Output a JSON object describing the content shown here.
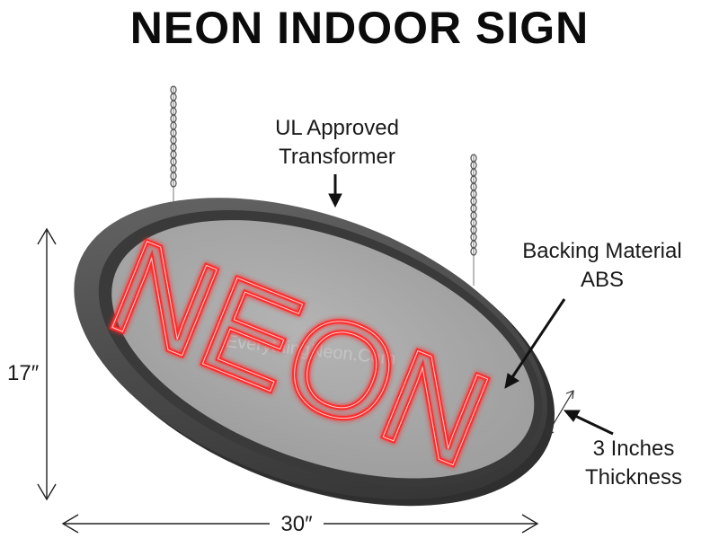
{
  "title": "NEON INDOOR SIGN",
  "sign": {
    "neon_text": "NEON",
    "watermark": "EverythingNeon.Com",
    "colors": {
      "neon": "#ff2a2a",
      "face": "#a8a8a8",
      "shell": "#4a4a4a"
    }
  },
  "labels": {
    "transformer_line1": "UL Approved",
    "transformer_line2": "Transformer",
    "backing_line1": "Backing Material",
    "backing_line2": "ABS",
    "thickness_line1": "3 Inches",
    "thickness_line2": "Thickness",
    "height": "17″",
    "width": "30″"
  }
}
